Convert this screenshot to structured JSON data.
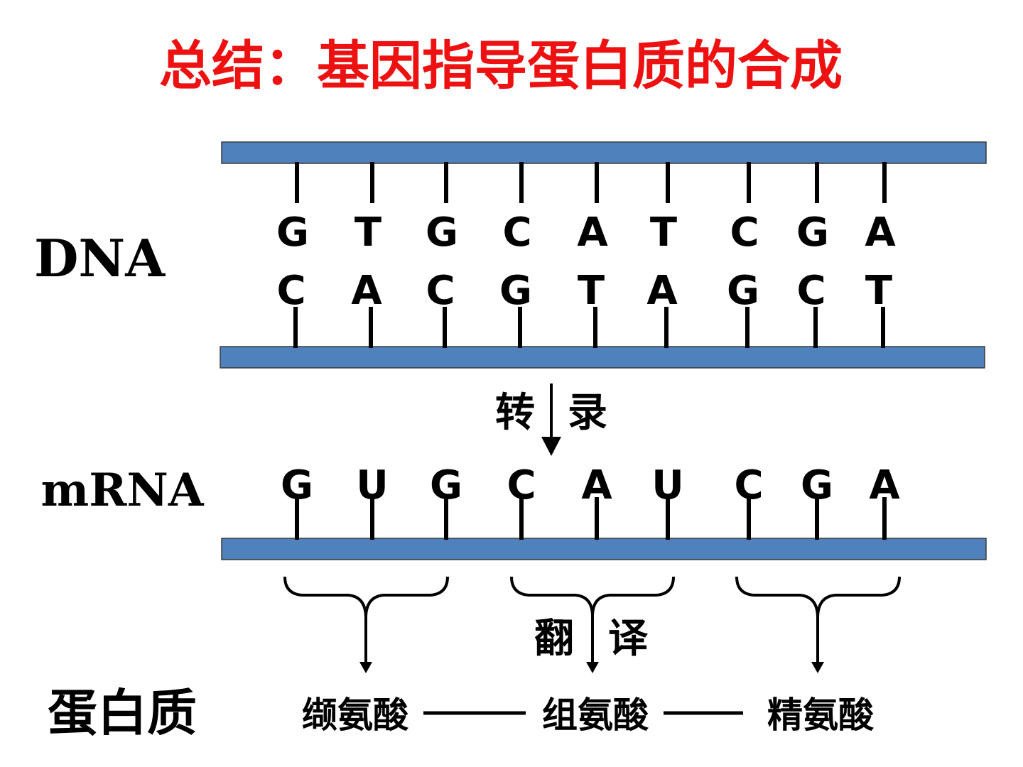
{
  "title": "总结：基因指导蛋白质的合成",
  "labels": {
    "dna": "DNA",
    "mrna": "mRNA",
    "protein": "蛋白质"
  },
  "processes": {
    "transcription": [
      "转",
      "录"
    ],
    "translation": [
      "翻",
      "译"
    ]
  },
  "dna": {
    "top_strand": [
      "G",
      "T",
      "G",
      "C",
      "A",
      "T",
      "C",
      "G",
      "A"
    ],
    "bottom_strand": [
      "C",
      "A",
      "C",
      "G",
      "T",
      "A",
      "G",
      "C",
      "T"
    ]
  },
  "mrna": {
    "bases": [
      "G",
      "U",
      "G",
      "C",
      "A",
      "U",
      "C",
      "G",
      "A"
    ]
  },
  "protein": {
    "amino_acids": [
      "缬氨酸",
      "组氨酸",
      "精氨酸"
    ]
  },
  "colors": {
    "title": "#ee1111",
    "strand": "#4f81bd",
    "text": "#000000"
  }
}
